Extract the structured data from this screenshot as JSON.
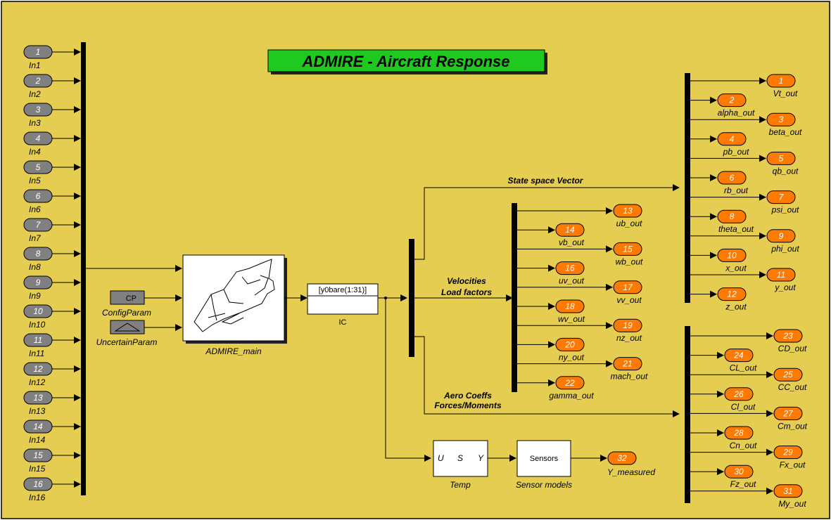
{
  "title": "ADMIRE - Aircraft Response",
  "colors": {
    "background": "#e4cd50",
    "title_bg": "#1fc91f",
    "inport": "#808080",
    "outport": "#ff7a00",
    "bus": "#000000",
    "block_fill": "#ffffff"
  },
  "inports": [
    {
      "num": "1",
      "label": "In1"
    },
    {
      "num": "2",
      "label": "In2"
    },
    {
      "num": "3",
      "label": "In3"
    },
    {
      "num": "4",
      "label": "In4"
    },
    {
      "num": "5",
      "label": "In5"
    },
    {
      "num": "6",
      "label": "In6"
    },
    {
      "num": "7",
      "label": "In7"
    },
    {
      "num": "8",
      "label": "In8"
    },
    {
      "num": "9",
      "label": "In9"
    },
    {
      "num": "10",
      "label": "In10"
    },
    {
      "num": "11",
      "label": "In11"
    },
    {
      "num": "12",
      "label": "In12"
    },
    {
      "num": "13",
      "label": "In13"
    },
    {
      "num": "14",
      "label": "In14"
    },
    {
      "num": "15",
      "label": "In15"
    },
    {
      "num": "16",
      "label": "In16"
    }
  ],
  "blocks": {
    "config_param": {
      "text": "CP",
      "label": "ConfigParam"
    },
    "uncertain_param": {
      "label": "UncertainParam"
    },
    "admire_main": {
      "label": "ADMIRE_main"
    },
    "ic": {
      "text": "[y0bare(1:31)]",
      "label": "IC"
    },
    "temp": {
      "ports": [
        "U",
        "S",
        "Y"
      ],
      "label": "Temp"
    },
    "sensors": {
      "text": "Sensors",
      "label": "Sensor models"
    }
  },
  "signals": {
    "state_space": "State space Vector",
    "velocities": "Velocities",
    "load_factors": "Load factors",
    "aero_coeffs": "Aero Coeffs",
    "forces_moments": "Forces/Moments"
  },
  "state_outports": [
    {
      "num": "1",
      "label": "Vt_out"
    },
    {
      "num": "2",
      "label": "alpha_out"
    },
    {
      "num": "3",
      "label": "beta_out"
    },
    {
      "num": "4",
      "label": "pb_out"
    },
    {
      "num": "5",
      "label": "qb_out"
    },
    {
      "num": "6",
      "label": "rb_out"
    },
    {
      "num": "7",
      "label": "psi_out"
    },
    {
      "num": "8",
      "label": "theta_out"
    },
    {
      "num": "9",
      "label": "phi_out"
    },
    {
      "num": "10",
      "label": "x_out"
    },
    {
      "num": "11",
      "label": "y_out"
    },
    {
      "num": "12",
      "label": "z_out"
    }
  ],
  "velocity_outports": [
    {
      "num": "13",
      "label": "ub_out"
    },
    {
      "num": "14",
      "label": "vb_out"
    },
    {
      "num": "15",
      "label": "wb_out"
    },
    {
      "num": "16",
      "label": "uv_out"
    },
    {
      "num": "17",
      "label": "vv_out"
    },
    {
      "num": "18",
      "label": "wv_out"
    },
    {
      "num": "19",
      "label": "nz_out"
    },
    {
      "num": "20",
      "label": "ny_out"
    },
    {
      "num": "21",
      "label": "mach_out"
    },
    {
      "num": "22",
      "label": "gamma_out"
    }
  ],
  "aero_outports": [
    {
      "num": "23",
      "label": "CD_out"
    },
    {
      "num": "24",
      "label": "CL_out"
    },
    {
      "num": "25",
      "label": "CC_out"
    },
    {
      "num": "26",
      "label": "Cl_out"
    },
    {
      "num": "27",
      "label": "Cm_out"
    },
    {
      "num": "28",
      "label": "Cn_out"
    },
    {
      "num": "29",
      "label": "Fx_out"
    },
    {
      "num": "30",
      "label": "Fz_out"
    },
    {
      "num": "31",
      "label": "My_out"
    }
  ],
  "measured_outport": {
    "num": "32",
    "label": "Y_measured"
  }
}
